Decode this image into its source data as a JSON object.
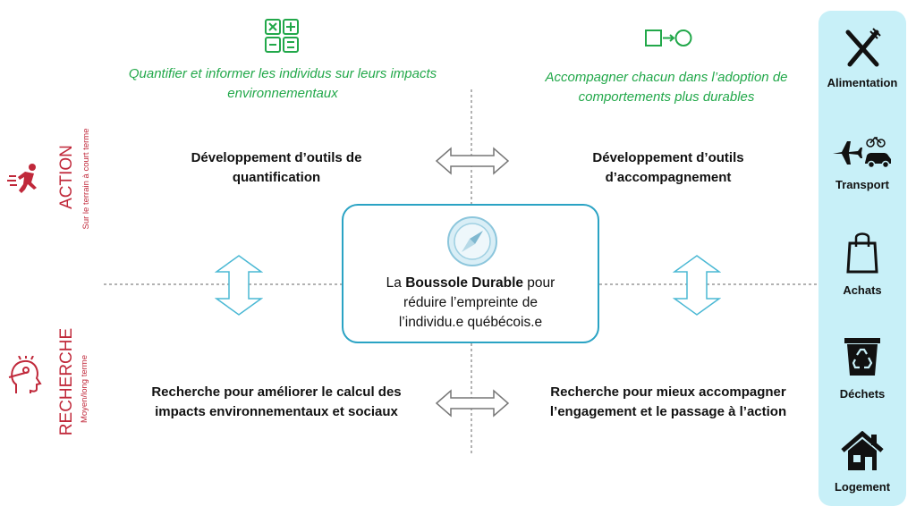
{
  "top_left": {
    "icon": "calculator-icon",
    "text_line1": "Quantifier et informer les individus sur leurs impacts",
    "text_line2": "environnementaux"
  },
  "top_right": {
    "icon": "square-arrow-circle-icon",
    "text_line1": "Accompagner chacun dans l’adoption de",
    "text_line2": "comportements plus durables"
  },
  "action": {
    "label": "ACTION",
    "sublabel": "Sur le terrain à court terme",
    "icon": "running-person-icon",
    "left_line1": "Développement d’outils de",
    "left_line2": "quantification",
    "right_line1": "Développement d’outils",
    "right_line2": "d’accompagnement"
  },
  "recherche": {
    "label": "RECHERCHE",
    "sublabel": "Moyen/long terme",
    "icon": "head-thinking-icon",
    "left_line1": "Recherche pour améliorer le calcul des",
    "left_line2": "impacts environnementaux et sociaux",
    "right_line1": "Recherche pour mieux accompagner",
    "right_line2": "l’engagement et le passage à l’action"
  },
  "center": {
    "icon": "compass-icon",
    "prefix": "La ",
    "brand": "Boussole Durable",
    "suffix": " pour",
    "line2": "réduire l’empreinte de",
    "line3": "l’individu.e québécois.e"
  },
  "sidebar": {
    "items": [
      {
        "label": "Alimentation",
        "icon": "fork-knife-icon"
      },
      {
        "label": "Transport",
        "icon": "plane-bike-car-icon"
      },
      {
        "label": "Achats",
        "icon": "shopping-bag-icon"
      },
      {
        "label": "Déchets",
        "icon": "recycle-bin-icon"
      },
      {
        "label": "Logement",
        "icon": "house-icon"
      }
    ]
  },
  "colors": {
    "green": "#22a84a",
    "red": "#c0283a",
    "teal": "#2aa3c4",
    "sidebar_bg": "#c8f0f8"
  }
}
